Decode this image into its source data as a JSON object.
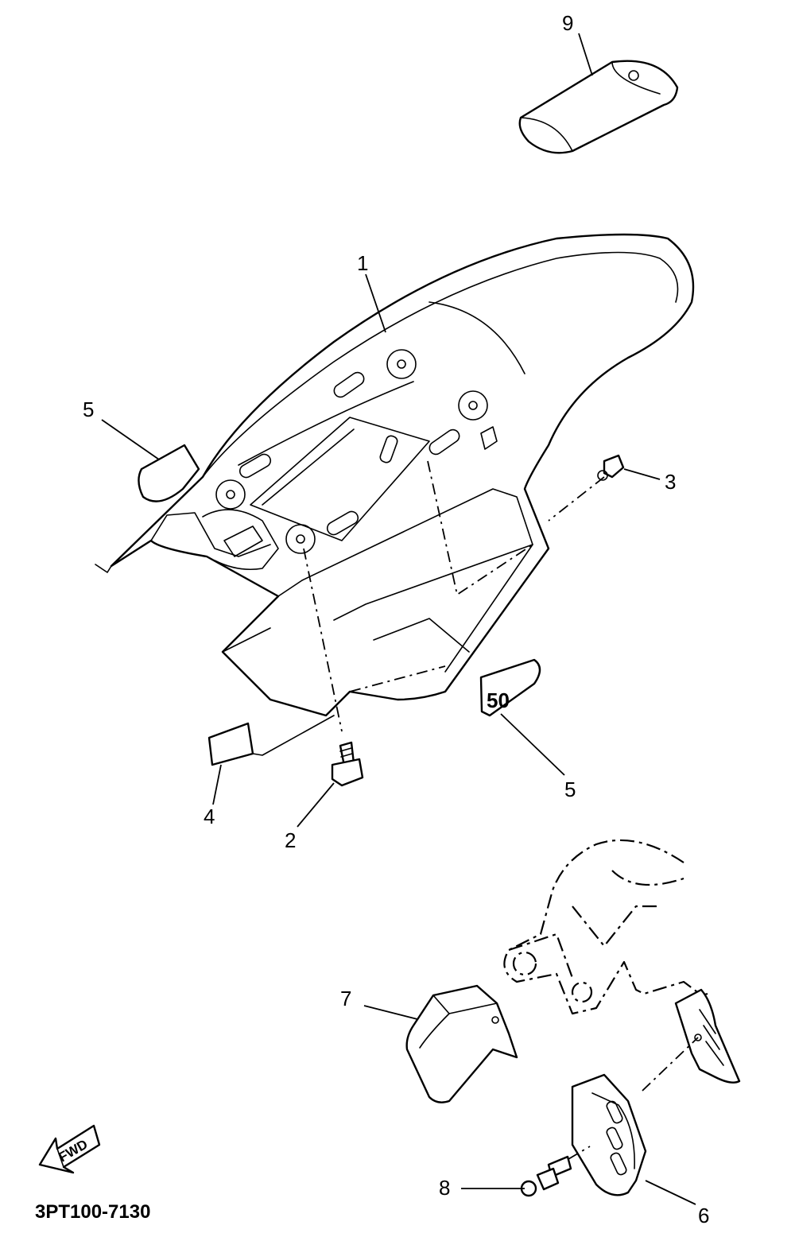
{
  "drawing_code": "3PT100-7130",
  "fwd_label": "FWD",
  "emblem_text": "50",
  "callouts": [
    {
      "id": "c9",
      "label": "9"
    },
    {
      "id": "c1",
      "label": "1"
    },
    {
      "id": "c5a",
      "label": "5"
    },
    {
      "id": "c3",
      "label": "3"
    },
    {
      "id": "c5b",
      "label": "5"
    },
    {
      "id": "c4",
      "label": "4"
    },
    {
      "id": "c2",
      "label": "2"
    },
    {
      "id": "c7",
      "label": "7"
    },
    {
      "id": "c8",
      "label": "8"
    },
    {
      "id": "c6",
      "label": "6"
    }
  ]
}
